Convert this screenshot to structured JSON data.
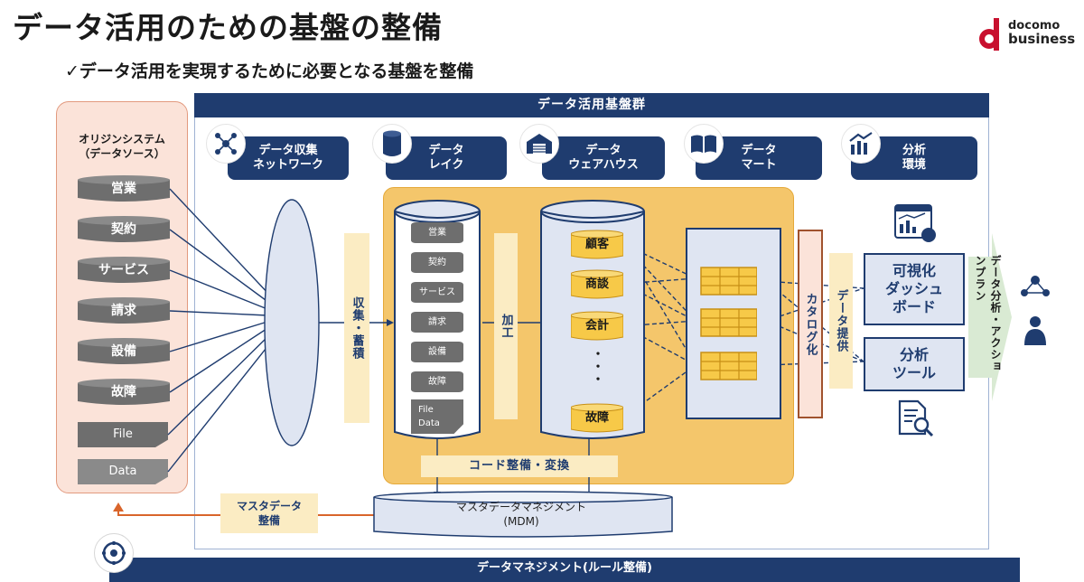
{
  "title": "データ活用のための基盤の整備",
  "subtitle": "✓データ活用を実現するために必要となる基盤を整備",
  "logo": {
    "line1": "docomo",
    "line2": "business"
  },
  "origin": {
    "title_line1": "オリジンシステム",
    "title_line2": "（データソース）",
    "databases": [
      "営業",
      "契約",
      "サービス",
      "請求",
      "設備",
      "故障"
    ],
    "files": [
      "File",
      "Data"
    ]
  },
  "platform": {
    "header": "データ活用基盤群",
    "categories": [
      {
        "label": "データ収集\nネットワーク",
        "icon": "network-icon"
      },
      {
        "label": "データ\nレイク",
        "icon": "cylinder-icon"
      },
      {
        "label": "データ\nウェアハウス",
        "icon": "warehouse-icon"
      },
      {
        "label": "データ\nマート",
        "icon": "book-icon"
      },
      {
        "label": "分析\n環境",
        "icon": "growth-chart-icon"
      }
    ]
  },
  "flow": {
    "collect": "収集・蓄積",
    "process": "加工",
    "catalog": "カタログ化",
    "provide": "データ提供",
    "code": "コード整備・変換",
    "mdm_line1": "マスタデータマネジメント",
    "mdm_line2": "(MDM)",
    "master_line1": "マスタデータ",
    "master_line2": "整備"
  },
  "lake": {
    "items": [
      "営業",
      "契約",
      "サービス",
      "請求",
      "設備",
      "故障"
    ],
    "file_line1": "File",
    "file_line2": "Data"
  },
  "warehouse": {
    "items": [
      "顧客",
      "商談",
      "会計",
      "故障"
    ],
    "ellipsis": "・\n・\n・"
  },
  "tools": {
    "dashboard": "可視化\nダッシュ\nボード",
    "analysis": "分析\nツール"
  },
  "action": "データ分析・アクションプラン",
  "bottom": "データマネジメント(ルール整備)",
  "colors": {
    "navy": "#1f3c6f",
    "orange_panel": "#f4c66b",
    "salmon": "#fbe3d9",
    "cream": "#fbecc3",
    "gray_db": "#6e6e6e",
    "accent_orange": "#d9652b",
    "logo_red": "#c8102e"
  }
}
